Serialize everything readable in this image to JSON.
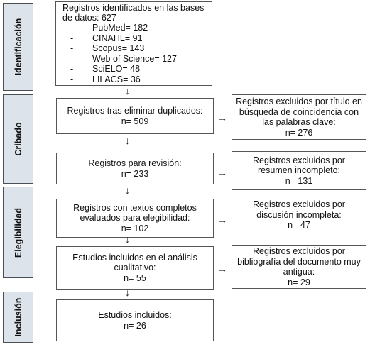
{
  "phases": [
    {
      "id": "identificacion",
      "label": "Identificación"
    },
    {
      "id": "cribado",
      "label": "Cribado"
    },
    {
      "id": "elegibilidad",
      "label": "Elegibilidad"
    },
    {
      "id": "inclusion",
      "label": "Inclusión"
    }
  ],
  "identification": {
    "title_lines": [
      "Registros identificados en las bases",
      "de datos: 627"
    ],
    "sources": [
      {
        "bullet": "-",
        "text": "PubMed= 182"
      },
      {
        "bullet": "-",
        "text": "CINAHL= 91"
      },
      {
        "bullet": "-",
        "text": "Scopus= 143"
      },
      {
        "bullet": "",
        "text": "Web of Science= 127"
      },
      {
        "bullet": "-",
        "text": "SciELO= 48"
      },
      {
        "bullet": "-",
        "text": "LILACS= 36"
      }
    ]
  },
  "main_boxes": [
    {
      "id": "duplicados",
      "lines": [
        "Registros tras eliminar duplicados:",
        "n= 509"
      ]
    },
    {
      "id": "revision",
      "lines": [
        "Registros para revisión:",
        "n= 233"
      ]
    },
    {
      "id": "elegibilidad",
      "lines": [
        "Registros con textos completos",
        "evaluados para elegibilidad:",
        "n= 102"
      ]
    },
    {
      "id": "cualitativo",
      "lines": [
        "Estudios incluidos en el análisis",
        "cualitativo:",
        "n= 55"
      ]
    },
    {
      "id": "incluidos",
      "lines": [
        "Estudios incluidos:",
        "n= 26"
      ]
    }
  ],
  "excluded_boxes": [
    {
      "id": "titulo",
      "lines": [
        "Registros excluidos por título en",
        "búsqueda de coincidencia con",
        "las palabras clave:",
        "n= 276"
      ]
    },
    {
      "id": "resumen",
      "lines": [
        "Registros excluidos por",
        "resumen incompleto:",
        "n= 131"
      ]
    },
    {
      "id": "discusion",
      "lines": [
        "Registros excluidos por",
        "discusión incompleta:",
        "n= 47"
      ]
    },
    {
      "id": "bibliografia",
      "lines": [
        "Registros excluidos por",
        "bibliografía del documento muy",
        "antigua:",
        "n= 29"
      ]
    }
  ],
  "arrows": {
    "down": "↓",
    "right": "→"
  }
}
